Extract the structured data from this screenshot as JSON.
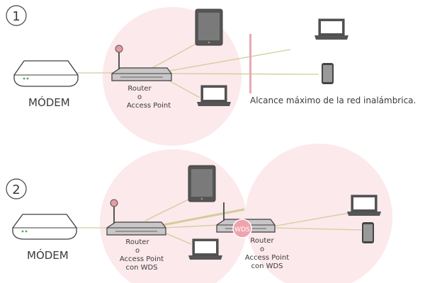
{
  "colors": {
    "range_fill": "#fbe9ec",
    "range_bar": "#e7a9b3",
    "link_line": "#d2cd9a",
    "device_body": "#c9c6c7",
    "device_dark": "#555555",
    "device_outline": "#3e3e3e",
    "antenna_tip": "#e89aa3",
    "wds_badge": "#eea3ad",
    "text": "#3a3a3a"
  },
  "scenario_1": {
    "number": "1",
    "modem_label": "MÓDEM",
    "router_label": [
      "Router",
      "o",
      "Access Point"
    ],
    "range_label": "Alcance máximo de la red inalámbrica.",
    "icons": [
      "modem-icon",
      "router-icon",
      "tablet-icon",
      "laptop-icon",
      "laptop-icon",
      "smartphone-icon"
    ]
  },
  "scenario_2": {
    "number": "2",
    "modem_label": "MÓDEM",
    "router_label": [
      "Router",
      "o",
      "Access Point",
      "con WDS"
    ],
    "repeater_label": [
      "Router",
      "o",
      "Access Point",
      "con WDS"
    ],
    "wds_badge": "WDS",
    "icons": [
      "modem-icon",
      "router-icon",
      "tablet-icon",
      "laptop-icon",
      "router-icon",
      "laptop-icon",
      "smartphone-icon"
    ]
  }
}
